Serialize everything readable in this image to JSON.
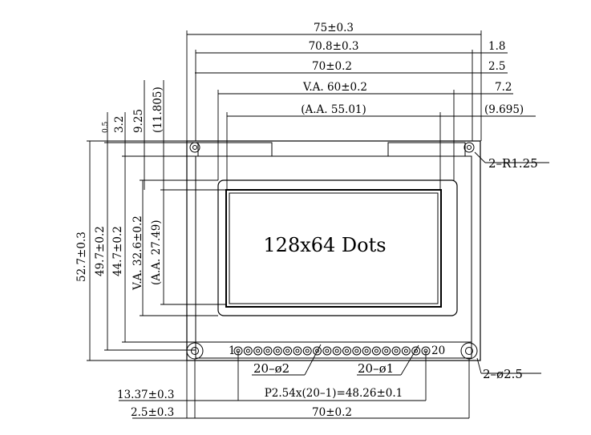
{
  "drawing": {
    "display_text": "128x64 Dots",
    "top_dims": {
      "overall_width": "75±0.3",
      "pcb_width": "70.8±0.3",
      "hole_pitch": "70±0.2",
      "view_area": "V.A. 60±0.2",
      "active_area": "(A.A. 55.01)"
    },
    "right_dims": {
      "d1": "1.8",
      "d2": "2.5",
      "d3": "7.2",
      "d4": "(9.695)",
      "corner_radius": "2–R1.25",
      "hole_dia": "2–ø2.5"
    },
    "left_dims": {
      "d05": "0.5",
      "d32": "3.2",
      "d925": "9.25",
      "d11805": "(11.805)",
      "height_total": "52.7±0.3",
      "height_pcb": "49.7±0.2",
      "height_window": "44.7±0.2",
      "height_va": "V.A. 32.6±0.2",
      "height_aa": "(A.A. 27.49)"
    },
    "bottom_dims": {
      "pin_first": "1",
      "pin_last": "20",
      "pad_hole": "20–ø2",
      "pin_hole": "20–ø1",
      "pitch": "P2.54x(20–1)=48.26±0.1",
      "offset_pins": "13.37±0.3",
      "offset_hole": "2.5±0.3",
      "bottom_width": "70±0.2"
    }
  }
}
